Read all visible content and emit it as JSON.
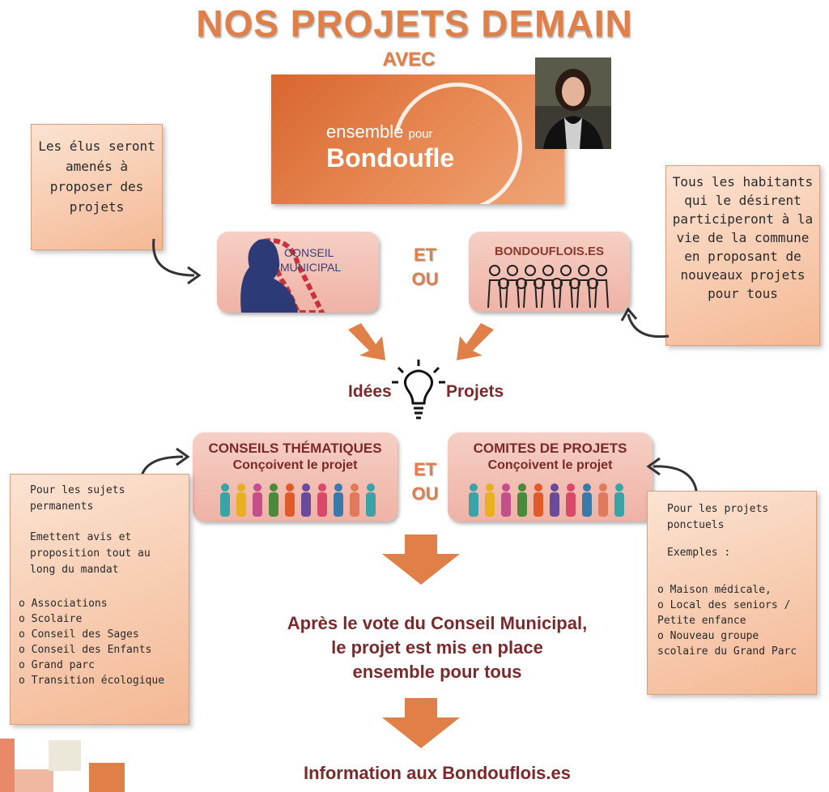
{
  "header": {
    "title": "NOS PROJETS DEMAIN",
    "subtitle": "AVEC"
  },
  "logo": {
    "line1": "ensemble",
    "line1_suffix": "pour",
    "line2": "Bondoufle"
  },
  "notes": {
    "elus": "Les élus seront amenés à proposer des projets",
    "habitants": "Tous les habitants qui le désirent participeront à la vie de la commune en proposant de nouveaux projets pour tous",
    "permanents": {
      "line1": "Pour les sujets permanents",
      "line2": "Emettent avis et proposition tout au long du mandat",
      "items": [
        "Associations",
        "Scolaire",
        "Conseil des Sages",
        "Conseil des Enfants",
        "Grand parc",
        "Transition écologique"
      ]
    },
    "ponctuels": {
      "line1": "Pour les projets ponctuels",
      "line2": "Exemples :",
      "items": [
        "Maison médicale,",
        "Local des seniors / Petite enfance",
        "Nouveau groupe scolaire du Grand Parc"
      ]
    }
  },
  "cards": {
    "conseil": {
      "line1": "CONSEIL",
      "line2": "MUNICIPAL"
    },
    "bondo": "BONDOUFLOIS.ES",
    "thematiques": {
      "title": "CONSEILS THÉMATIQUES",
      "sub": "Conçoivent le projet"
    },
    "comites": {
      "title": "COMITES DE PROJETS",
      "sub": "Conçoivent le projet"
    }
  },
  "connectors": {
    "et": "ET",
    "ou": "OU"
  },
  "ideas": {
    "left": "Idées",
    "right": "Projets"
  },
  "result": {
    "line1": "Après le vote du Conseil Municipal,",
    "line2": "le projet est mis en place",
    "line3": "ensemble pour tous"
  },
  "info": "Information aux Bondouflois.es",
  "colors": {
    "orange": "#e07f48",
    "dark_red": "#7a2a2a",
    "note_bg": "#f4b894",
    "card_bg": "#efb2a6"
  }
}
